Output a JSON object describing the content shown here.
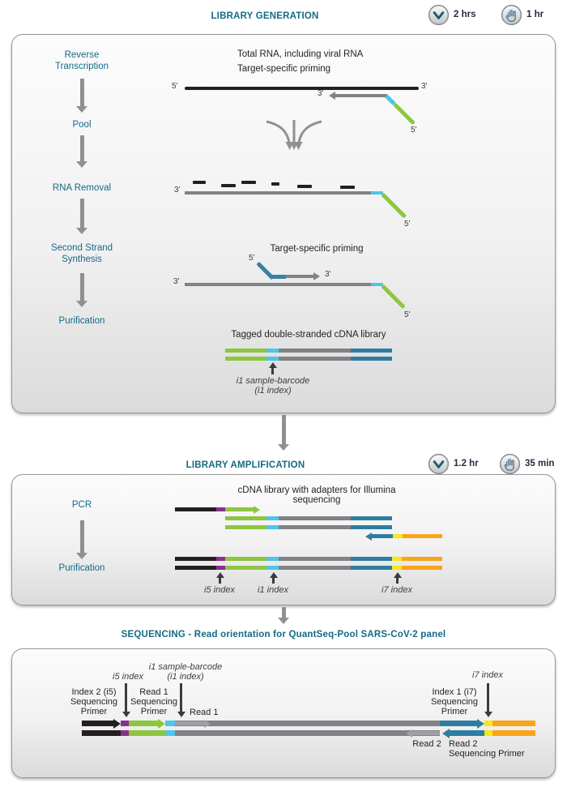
{
  "palette": {
    "teal": "#146A84",
    "ink": "#231F20",
    "bar-black": "#231F20",
    "purple": "#8B2D8F",
    "green": "#8DC63F",
    "cyan": "#4EC5E9",
    "bar-gray": "#808285",
    "light-gray": "#9EA0A3",
    "blue": "#2E7DA1",
    "steel": "#3B7FA5",
    "yellow": "#FBE516",
    "orange": "#F9A51A",
    "flow-arrow": "#8E9093",
    "dark-arrow": "#3A3B3C",
    "panel-border": "#979797"
  },
  "icons": {
    "total_time": "clock-icon",
    "hands_on_time": "hand-icon"
  },
  "labels": {
    "five_prime": "5'",
    "three_prime": "3'"
  },
  "header_library_generation": {
    "title": "LIBRARY GENERATION",
    "total_time": "2 hrs",
    "hands_on_time": "1 hr"
  },
  "header_library_amplification": {
    "title": "LIBRARY AMPLIFICATION",
    "total_time": "1.2 hr",
    "hands_on_time": "35 min"
  },
  "header_sequencing": {
    "title": "SEQUENCING - Read orientation for QuantSeq-Pool SARS-CoV-2 panel"
  },
  "library_generation": {
    "steps": [
      "Reverse\nTranscription",
      "Pool",
      "RNA Removal",
      "Second Strand\nSynthesis",
      "Purification"
    ],
    "captions": {
      "total_rna": "Total RNA, including viral RNA",
      "target_specific_priming": "Target-specific priming",
      "tagged_library": "Tagged double-stranded cDNA library",
      "i1_barcode": "i1 sample-barcode",
      "i1_index": "(i1 index)"
    }
  },
  "library_amplification": {
    "steps": [
      "PCR",
      "Purification"
    ],
    "caption": "cDNA library with adapters for Illumina sequencing",
    "index_labels": [
      "i5 index",
      "i1 index",
      "i7 index"
    ]
  },
  "sequencing": {
    "i1_barcode": "i1 sample-barcode",
    "i1_index": "(i1 index)",
    "i5_index": "i5 index",
    "i7_index": "i7 index",
    "index2_primer": "Index 2 (i5)\nSequencing\nPrimer",
    "read1_primer": "Read 1\nSequencing\nPrimer",
    "read1": "Read 1",
    "index1_primer": "Index 1 (i7)\nSequencing\nPrimer",
    "read2": "Read 2",
    "read2_primer": "Read 2\nSequencing Primer"
  }
}
